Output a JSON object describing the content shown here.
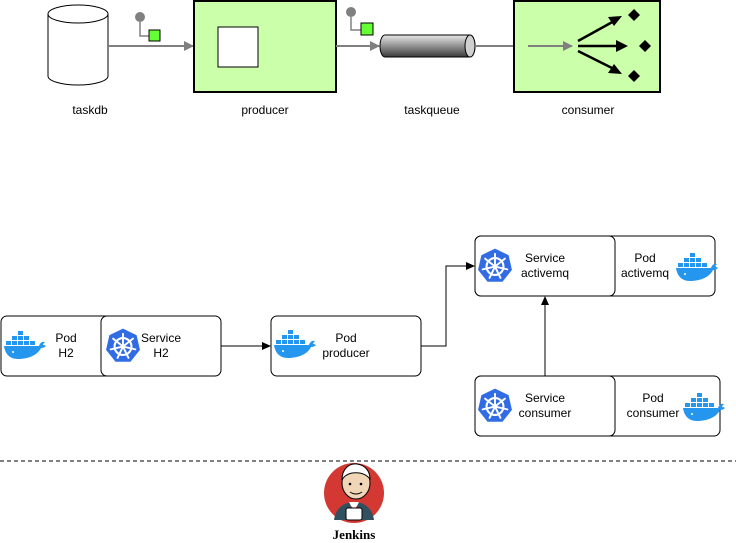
{
  "pipeline": {
    "source": "taskdb",
    "producer": "producer",
    "queue": "taskqueue",
    "consumer": "consumer"
  },
  "k8s": {
    "pod_h2": {
      "l1": "Pod",
      "l2": "H2"
    },
    "service_h2": {
      "l1": "Service",
      "l2": "H2"
    },
    "pod_producer": {
      "l1": "Pod",
      "l2": "producer"
    },
    "service_activemq": {
      "l1": "Service",
      "l2": "activemq"
    },
    "pod_activemq": {
      "l1": "Pod",
      "l2": "activemq"
    },
    "service_consumer": {
      "l1": "Service",
      "l2": "consumer"
    },
    "pod_consumer": {
      "l1": "Pod",
      "l2": "consumer"
    }
  },
  "jenkins": {
    "label": "Jenkins"
  },
  "icons": {
    "database": "database-icon",
    "queue": "pipe-icon",
    "docker": "docker-whale-icon",
    "kubernetes": "kubernetes-helm-icon",
    "jenkins": "jenkins-butler-icon"
  },
  "colors": {
    "eip_fill": "#ccffaa",
    "k8s_blue": "#326ce5",
    "docker_blue": "#2496ed",
    "arrow_gray": "#808080"
  }
}
